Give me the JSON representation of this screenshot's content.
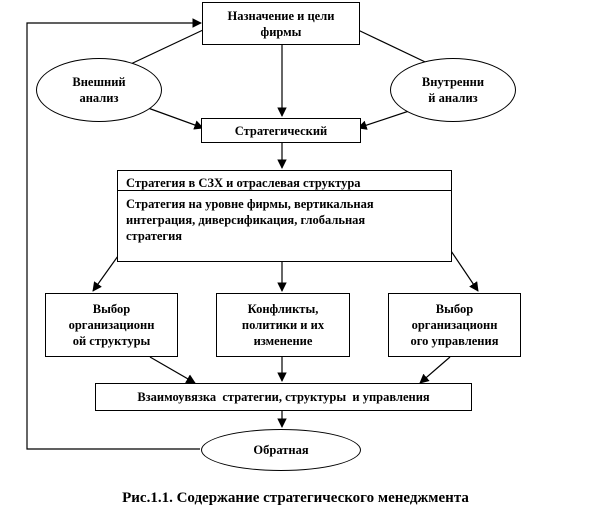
{
  "nodes": {
    "purpose": "Назначение и цели\nфирмы",
    "external": "Внешний\nанализ",
    "internal": "Внутренни\nй анализ",
    "strategic": "Стратегический",
    "strategy_row1": "Стратегия в СЗХ и отраслевая структура",
    "strategy_row2": "Стратегия на уровне фирмы, вертикальная\nинтеграция, диверсификация, глобальная\nстратегия",
    "org_structure": "Выбор\nорганизационн\nой структуры",
    "conflicts": "Конфликты,\nполитики и их\nизменение",
    "org_management": "Выбор\nорганизационн\nого управления",
    "interconnection": "Взаимоувязка  стратегии, структуры  и управления",
    "feedback": "Обратная"
  },
  "caption": "Рис.1.1. Содержание стратегического менеджмента"
}
